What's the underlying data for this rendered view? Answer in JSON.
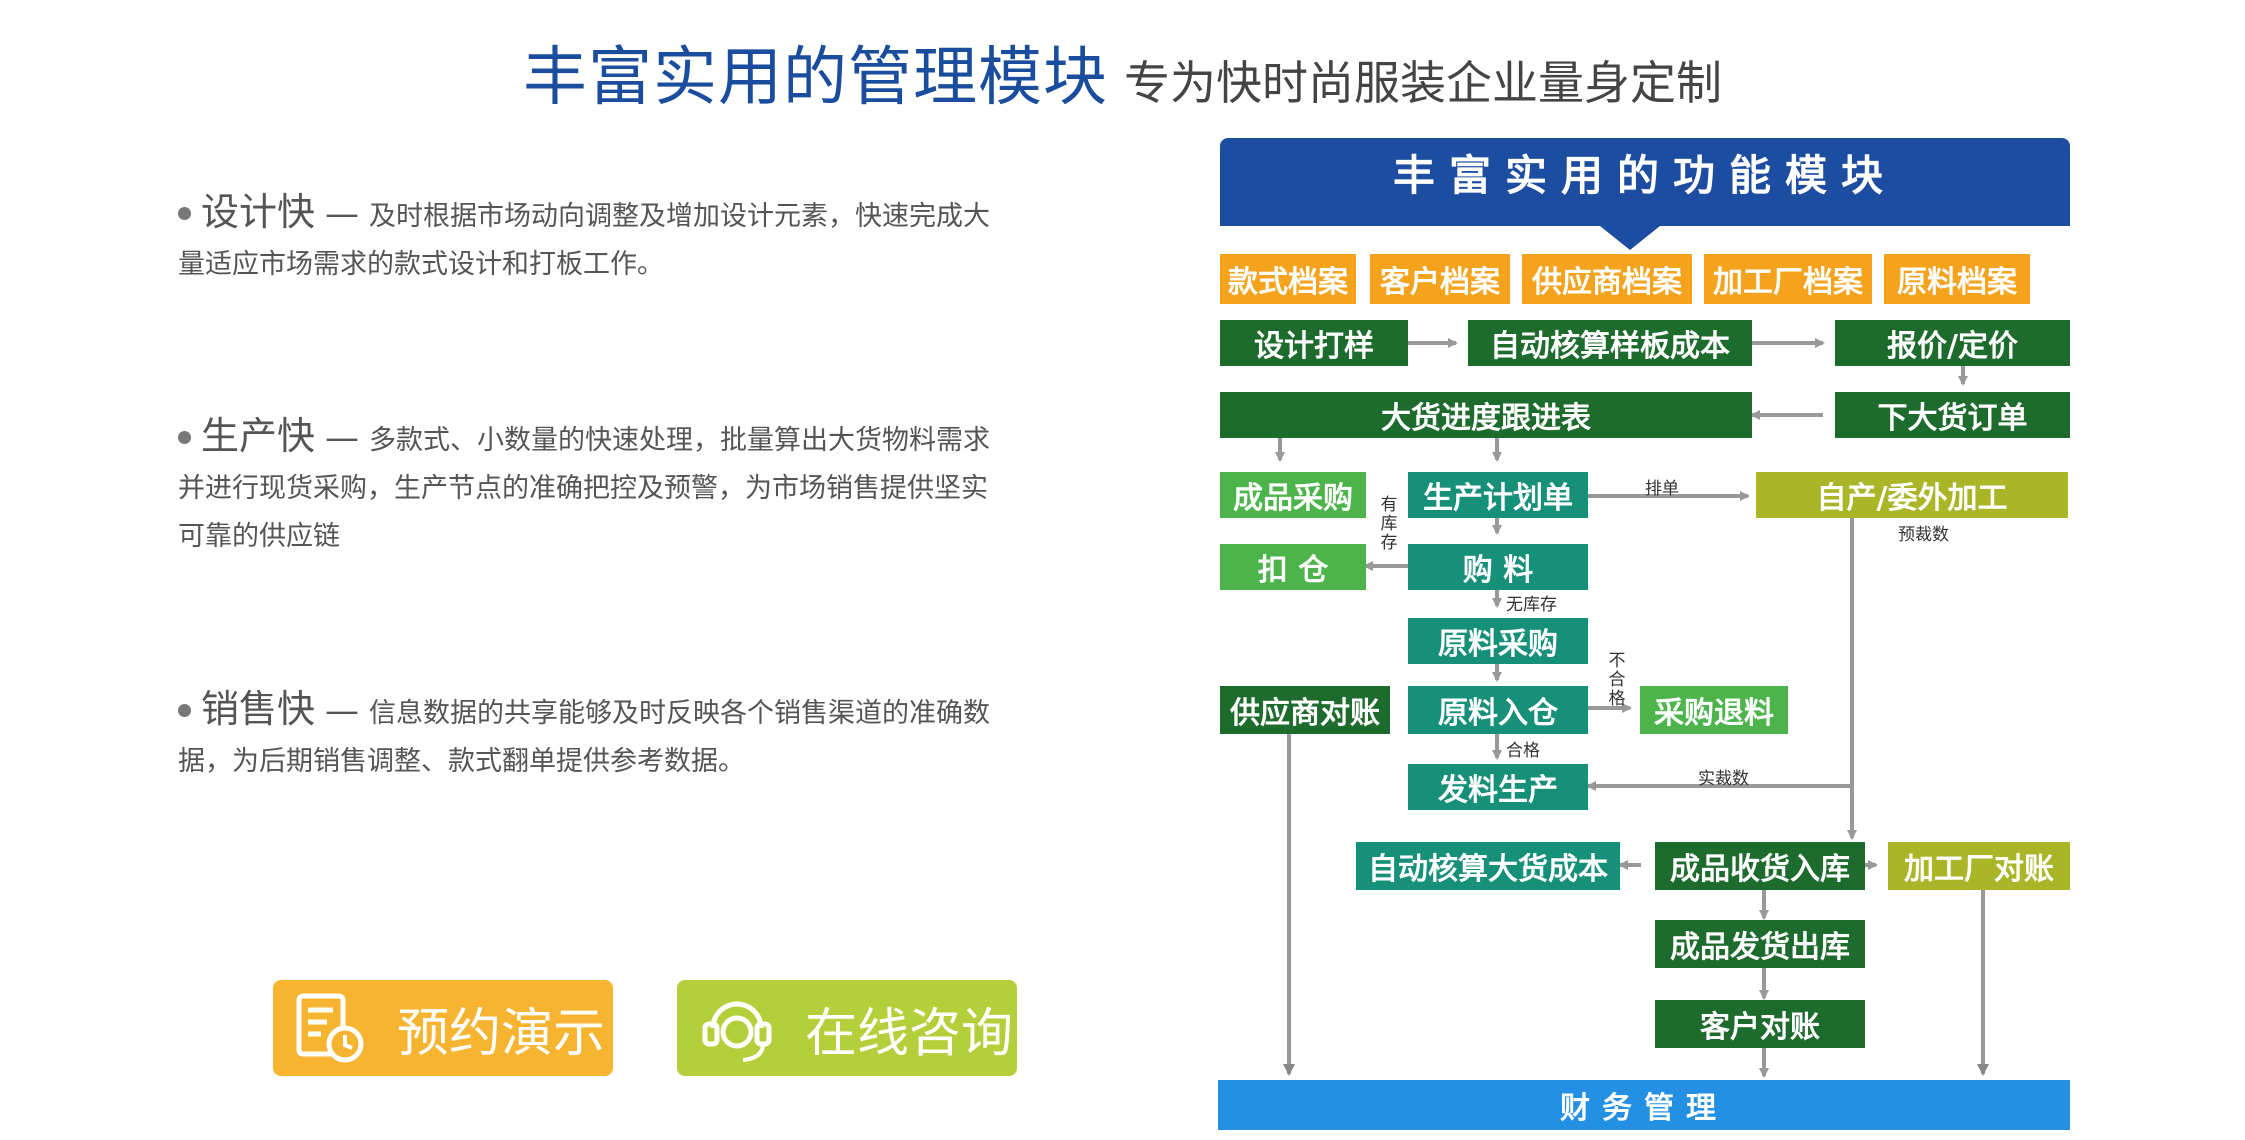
{
  "header": {
    "title": "丰富实用的管理模块",
    "subtitle": "专为快时尚服装企业量身定制"
  },
  "features": [
    {
      "title": "设计快",
      "dash": "—",
      "line1": "及时根据市场动向调整及增加设计元素，快速完成大",
      "line2": "量适应市场需求的款式设计和打板工作。"
    },
    {
      "title": "生产快",
      "dash": "—",
      "line1": "多款式、小数量的快速处理，批量算出大货物料需求",
      "line2": "并进行现货采购，生产节点的准确把控及预警，为市场销售提供坚实",
      "line3": "可靠的供应链"
    },
    {
      "title": "销售快",
      "dash": "—",
      "line1": "信息数据的共享能够及时反映各个销售渠道的准确数",
      "line2": "据，为后期销售调整、款式翻单提供参考数据。"
    }
  ],
  "buttons": {
    "demo": "预约演示",
    "consult": "在线咨询"
  },
  "flowchart": {
    "banner": "丰富实用的功能模块",
    "records": [
      "款式档案",
      "客户档案",
      "供应商档案",
      "加工厂档案",
      "原料档案"
    ],
    "boxes": {
      "design_sample": "设计打样",
      "auto_sample_cost": "自动核算样板成本",
      "quote_price": "报价/定价",
      "bulk_progress": "大货进度跟进表",
      "place_order": "下大货订单",
      "finished_purchase": "成品采购",
      "production_plan": "生产计划单",
      "self_outsource": "自产/委外加工",
      "deduct_stock": "扣 仓",
      "buy_material": "购 料",
      "raw_purchase": "原料采购",
      "supplier_recon": "供应商对账",
      "raw_inbound": "原料入仓",
      "purchase_return": "采购退料",
      "issue_production": "发料生产",
      "auto_bulk_cost": "自动核算大货成本",
      "finished_receive": "成品收货入库",
      "factory_recon": "加工厂对账",
      "finished_ship": "成品发货出库",
      "customer_recon": "客户对账",
      "finance": "财务管理"
    },
    "labels": {
      "schedule": "排单",
      "has_stock": "有库存",
      "precut_qty": "预裁数",
      "no_stock": "无库存",
      "rejected": "不合格",
      "passed": "合格",
      "actual_cut": "实裁数"
    },
    "colors": {
      "orange": "#f5a21c",
      "dark_green": "#1e6b2e",
      "teal": "#17907a",
      "light_green": "#4cb44a",
      "olive": "#aab527",
      "blue": "#2390e4",
      "navy": "#1c4da0"
    }
  }
}
